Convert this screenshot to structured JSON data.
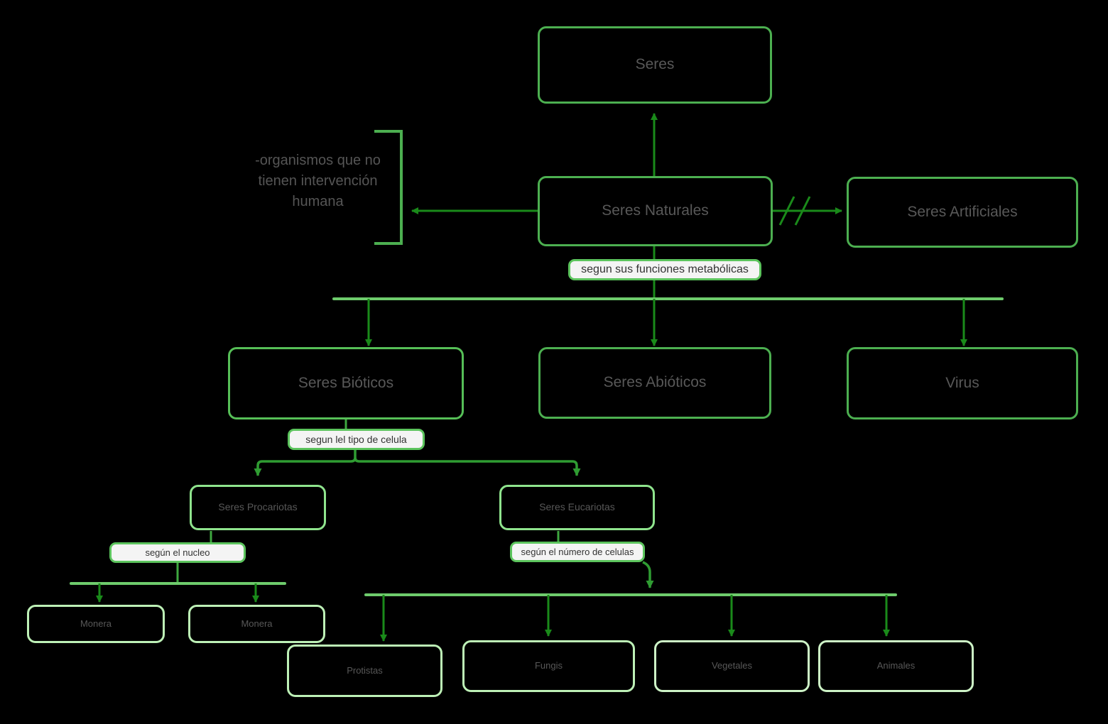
{
  "diagram": {
    "title_node": {
      "label": "Seres"
    },
    "level1": [
      {
        "id": "seres-naturales",
        "label": "Seres Naturales"
      },
      {
        "id": "seres-artificiales",
        "label": "Seres Artificiales"
      }
    ],
    "annotation": {
      "text": "-organismos que no tienen intervención humana",
      "line1": "-organismos que no",
      "line2": "tienen intervención",
      "line3": "humana"
    },
    "connector_labels": {
      "metabolicas": "segun sus funciones metabólicas",
      "tipo_celula": "segun lel tipo de celula",
      "nucleo": "según el nucleo",
      "numero_celulas": "según el número de celulas"
    },
    "level2": [
      {
        "id": "seres-bioticos",
        "label": "Seres Bióticos"
      },
      {
        "id": "seres-abioticos",
        "label": "Seres Abióticos"
      },
      {
        "id": "virus",
        "label": "Virus"
      }
    ],
    "level3": [
      {
        "id": "seres-procariotas",
        "label": "Seres Procariotas"
      },
      {
        "id": "seres-eucariotas",
        "label": "Seres Eucariotas"
      }
    ],
    "level4_procariotas": [
      {
        "id": "monera-1",
        "label": "Monera"
      },
      {
        "id": "monera-2",
        "label": "Monera"
      }
    ],
    "level4_eucariotas": [
      {
        "id": "protistas",
        "label": "Protistas"
      },
      {
        "id": "fungis",
        "label": "Fungis"
      },
      {
        "id": "vegetales",
        "label": "Vegetales"
      },
      {
        "id": "animales",
        "label": "Animales"
      }
    ],
    "colors": {
      "background": "#000000",
      "node_border_primary": "#4caf50",
      "node_border_light": "#bdf0b6",
      "node_text": "#585858",
      "label_background": "#f4f4f4",
      "label_text": "#333333",
      "arrow_dark": "#1a8a1a",
      "bus_line": "#6ecb6c"
    }
  }
}
